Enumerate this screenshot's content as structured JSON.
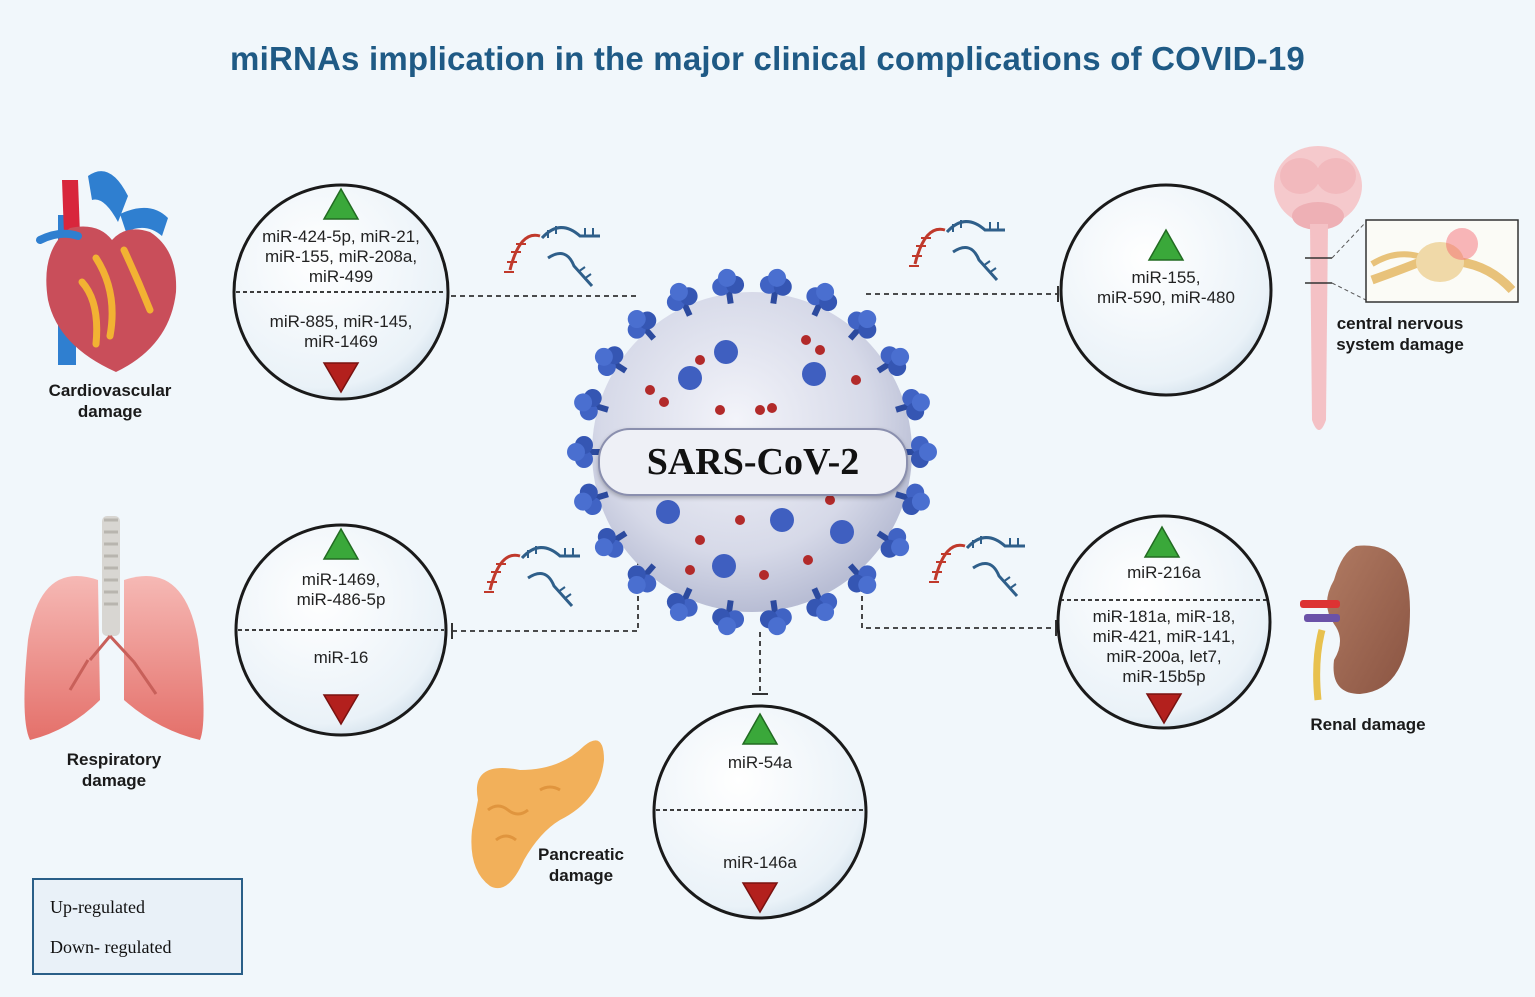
{
  "title": "miRNAs implication in the major clinical complications of COVID-19",
  "virus": {
    "label": "SARS-CoV-2"
  },
  "organs": {
    "cardiovascular": {
      "label": [
        "Cardiovascular",
        "damage"
      ],
      "up": [
        "miR-424-5p, miR-21,",
        "miR-155, miR-208a,",
        "miR-499"
      ],
      "down": [
        "miR-885, miR-145,",
        "miR-1469"
      ]
    },
    "cns": {
      "label": [
        "central nervous",
        "system damage"
      ],
      "up": [
        "miR-155,",
        "miR-590, miR-480"
      ]
    },
    "respiratory": {
      "label": [
        "Respiratory",
        "damage"
      ],
      "up": [
        "miR-1469,",
        "miR-486-5p"
      ],
      "down": [
        "miR-16"
      ]
    },
    "renal": {
      "label": [
        "Renal damage"
      ],
      "up": [
        "miR-216a"
      ],
      "down": [
        "miR-181a, miR-18,",
        "miR-421, miR-141,",
        "miR-200a, let7,",
        "miR-15b5p"
      ]
    },
    "pancreatic": {
      "label": [
        "Pancreatic",
        "damage"
      ],
      "up": [
        "miR-54a"
      ],
      "down": [
        "miR-146a"
      ]
    }
  },
  "legend": {
    "up": "Up-regulated",
    "down": "Down- regulated"
  },
  "colors": {
    "up": "#3aa83a",
    "down": "#b3201d",
    "title": "#1f5a85",
    "spike": "#3c5bb5",
    "rna_red": "#c0392b",
    "rna_blue": "#2f5f8a"
  }
}
